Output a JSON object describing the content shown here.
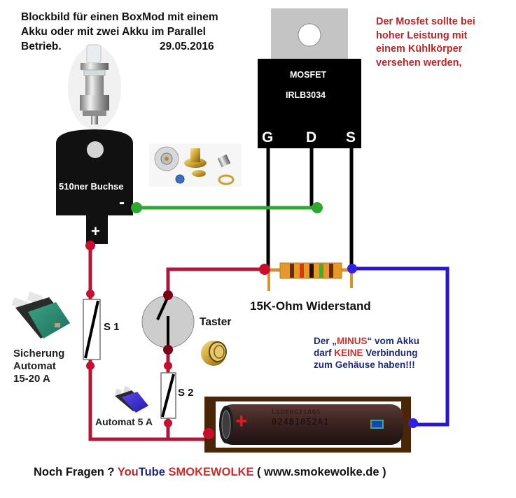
{
  "title": {
    "line1": "Blockbild für einen BoxMod mit einem",
    "line2": "Akku oder mit zwei Akku im Parallel",
    "line3": "Betrieb.",
    "date": "29.05.2016"
  },
  "mosfet": {
    "label": "MOSFET",
    "part": "IRLB3034",
    "pins": [
      "G",
      "D",
      "S"
    ]
  },
  "mosfet_note": {
    "lines": [
      "Der Mosfet sollte bei",
      "hoher Leistung mit",
      "einem Kühlkörper",
      "versehen werden,"
    ]
  },
  "connector": {
    "label": "510ner Buchse",
    "minus": "-",
    "plus": "+"
  },
  "resistor": {
    "label": "15K-Ohm Widerstand",
    "bands": [
      "#6b2a0e",
      "#d23a0a",
      "#2a0c06",
      "#5aa02c",
      "#6b2a0e"
    ],
    "body_color": "#e39a2a"
  },
  "fuse_main": {
    "switch_label": "S 1",
    "caption": [
      "Sicherung",
      "Automat",
      "15-20 A"
    ]
  },
  "fuse_small": {
    "switch_label": "S 2",
    "caption": "Automat 5 A"
  },
  "button": {
    "label": "Taster"
  },
  "battery": {
    "plus": "+",
    "print_line1": "LGDBHG21865",
    "print_line2": "02481052A1"
  },
  "battery_note": {
    "line1_a": "Der „",
    "line1_hl": "MINUS",
    "line1_b": "“ vom Akku",
    "line2_a": "darf ",
    "line2_hl": "KEINE",
    "line2_b": " Verbindung",
    "line3": "zum Gehäuse haben!!!"
  },
  "footer": {
    "a": "Noch Fragen ? ",
    "you": "You",
    "tube": "Tube",
    "brand": " SMOKEWOLKE",
    "url": " (  www.smokewolke.de  )"
  },
  "colors": {
    "wire_positive": "#b0183a",
    "wire_ground": "#2fa82f",
    "wire_negative": "#2a14d6",
    "junction_red": "#c8102e",
    "junction_blue": "#3020e0",
    "junction_green": "#2fa82f",
    "mosfet_tab": "#c4c4c4",
    "battery_case": "#4a2606",
    "battery_cell": "#3a2220",
    "note_red": "#b8262a",
    "note_blue": "#1d2a7a"
  }
}
